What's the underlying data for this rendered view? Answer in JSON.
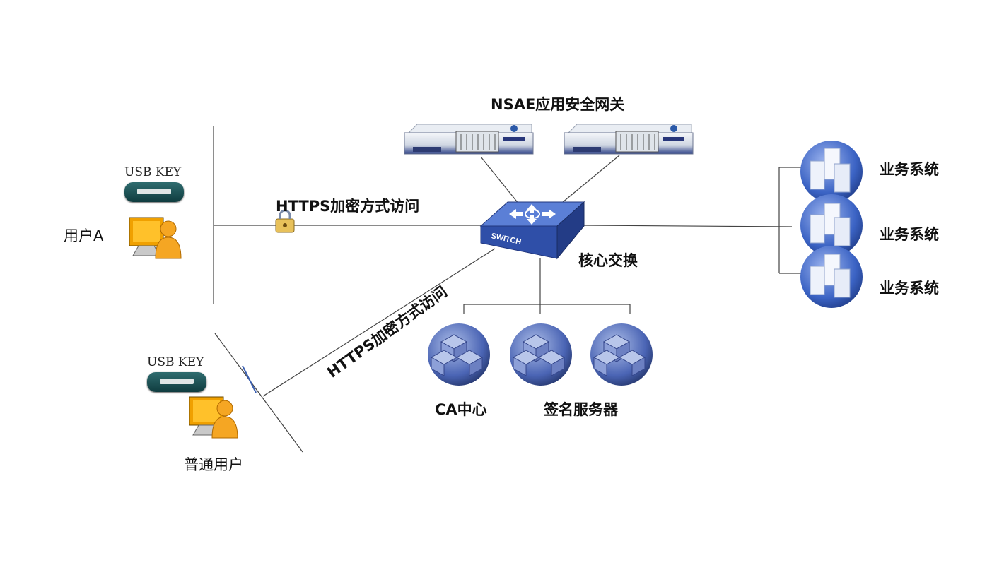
{
  "labels": {
    "gateway": "NSAE应用安全网关",
    "https_top": "HTTPS加密方式访问",
    "https_diag": "HTTPS加密方式访问",
    "core_switch": "核心交换",
    "switch_text": "SWITCH",
    "ca_center": "CA中心",
    "sign_server": "签名服务器",
    "user_a": "用户A",
    "normal_user": "普通用户",
    "business": [
      "业务系统",
      "业务系统",
      "业务系统"
    ]
  },
  "usb_keys": [
    {
      "text": "USB KEY"
    },
    {
      "text": "USB KEY"
    }
  ],
  "colors": {
    "switch_blue": "#2f4fa8",
    "server_disc": "#3b63c4",
    "monitor_orange": "#f0a000",
    "usb_teal": "#1f5a5d"
  }
}
